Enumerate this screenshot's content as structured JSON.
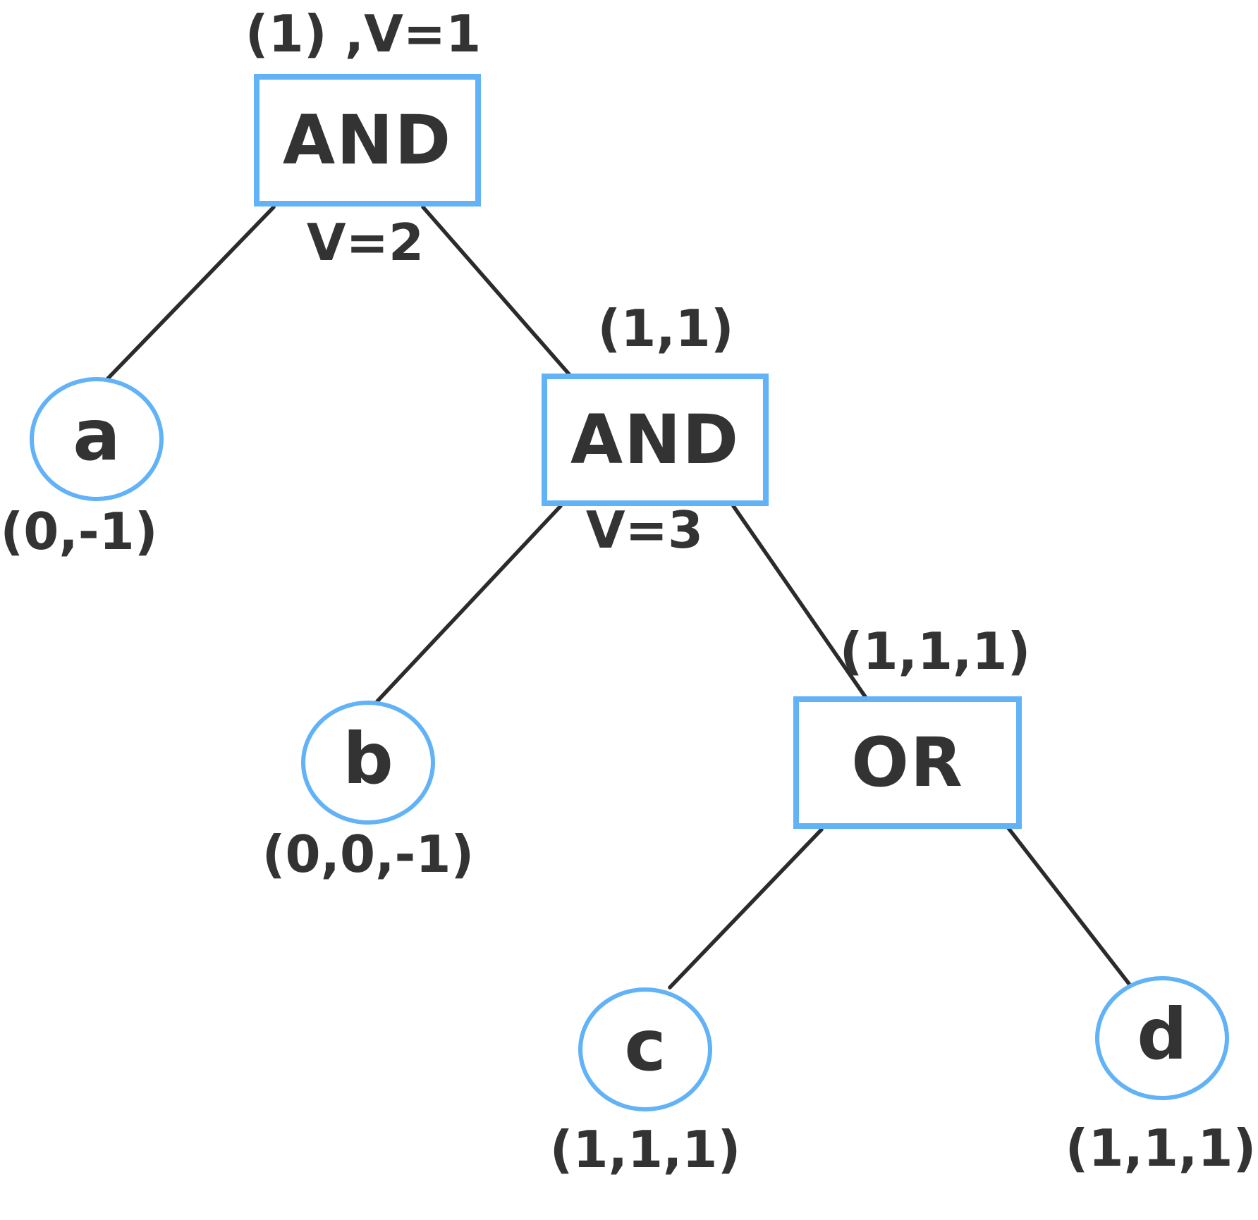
{
  "diagram": {
    "colors": {
      "node_border": "#61b2f7",
      "edge": "#2b2b2b",
      "text": "#333333",
      "background": "#ffffff"
    },
    "nodes": {
      "and1": {
        "gate": "AND",
        "annotation": "(1) ,V=1",
        "value_label": "V=2"
      },
      "and2": {
        "gate": "AND",
        "annotation": "(1,1)",
        "value_label": "V=3"
      },
      "or1": {
        "gate": "OR",
        "annotation": "(1,1,1)"
      },
      "a": {
        "label": "a",
        "annotation": "(0,-1)"
      },
      "b": {
        "label": "b",
        "annotation": "(0,0,-1)"
      },
      "c": {
        "label": "c",
        "annotation": "(1,1,1)"
      },
      "d": {
        "label": "d",
        "annotation": "(1,1,1)"
      }
    },
    "edges": [
      {
        "from": "and1",
        "to": "a"
      },
      {
        "from": "and1",
        "to": "and2"
      },
      {
        "from": "and2",
        "to": "b"
      },
      {
        "from": "and2",
        "to": "or1"
      },
      {
        "from": "or1",
        "to": "c"
      },
      {
        "from": "or1",
        "to": "d"
      }
    ]
  }
}
